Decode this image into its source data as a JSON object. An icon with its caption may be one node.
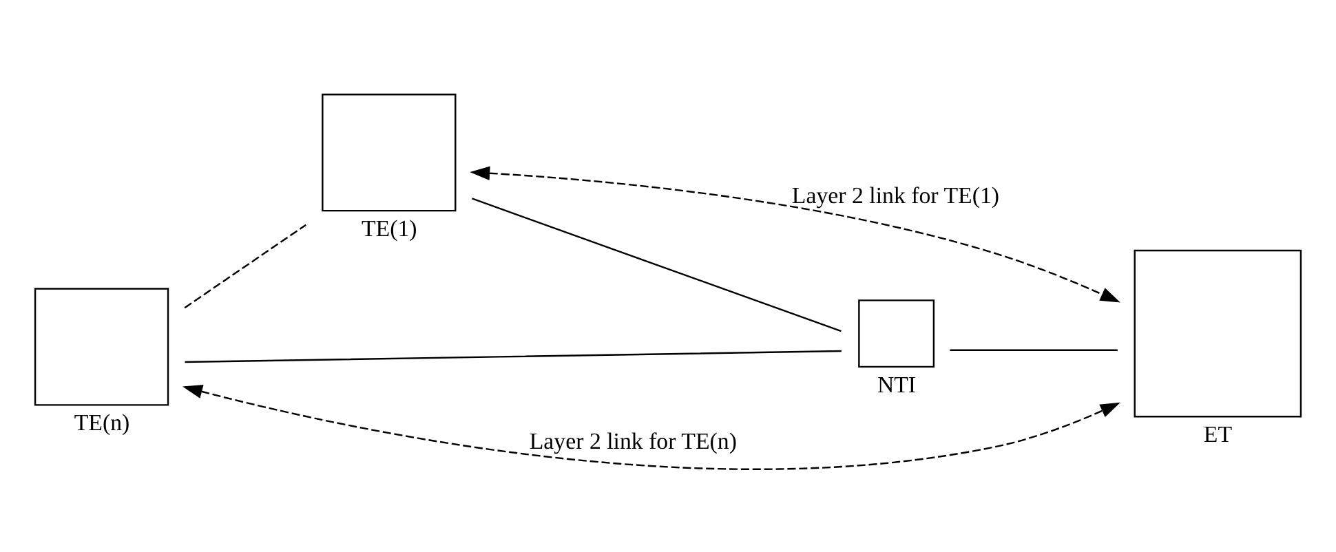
{
  "diagram": {
    "nodes": [
      {
        "text": [
          "TE(n)"
        ]
      },
      {
        "text": [
          "TE(1)"
        ]
      },
      {
        "text": [
          "NTI"
        ]
      },
      {
        "text": [
          "ET"
        ]
      }
    ],
    "edges": [
      {
        "from": 0,
        "to": 1,
        "arrow": "none",
        "style": "dashed"
      },
      {
        "from": 0,
        "to": 2,
        "arrow": "none"
      },
      {
        "from": 1,
        "to": 2,
        "arrow": "none"
      },
      {
        "from": 2,
        "to": 3,
        "arrow": "none"
      },
      {
        "from": 0,
        "to": 3,
        "arrow": "both",
        "style": "dashed",
        "label": "Layer 2 link for TE(n)"
      },
      {
        "from": 1,
        "to": 3,
        "arrow": "both",
        "style": "dashed",
        "label": "Layer 2 link for TE(1)"
      }
    ]
  }
}
